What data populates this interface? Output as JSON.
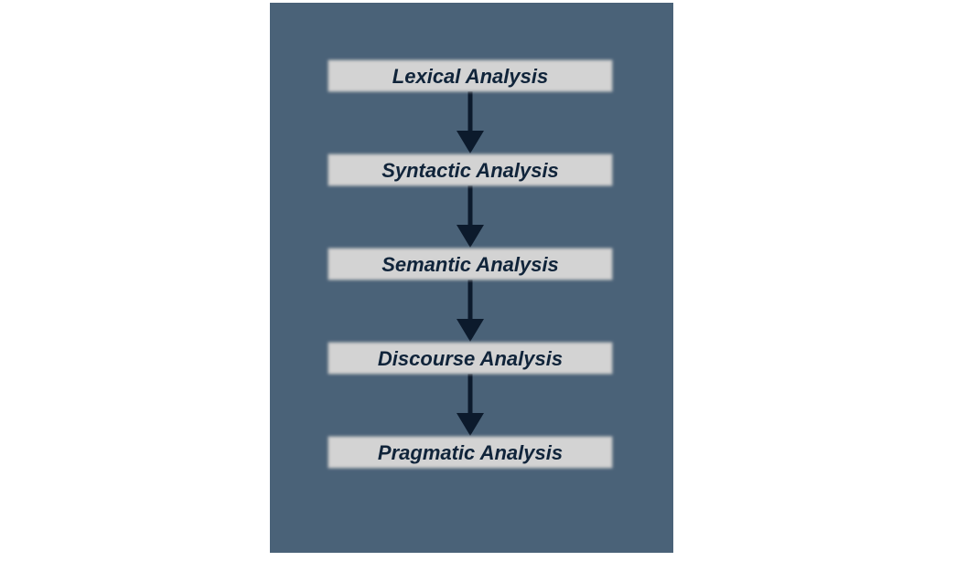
{
  "colors": {
    "panel_bg": "#4a6278",
    "box_fill": "#d3d3d3",
    "box_edge": "#bcbcbc",
    "text": "#10243a",
    "arrow": "#0c1a2c"
  },
  "stages": [
    {
      "label": "Lexical Analysis"
    },
    {
      "label": "Syntactic Analysis"
    },
    {
      "label": "Semantic Analysis"
    },
    {
      "label": "Discourse Analysis"
    },
    {
      "label": "Pragmatic Analysis"
    }
  ]
}
